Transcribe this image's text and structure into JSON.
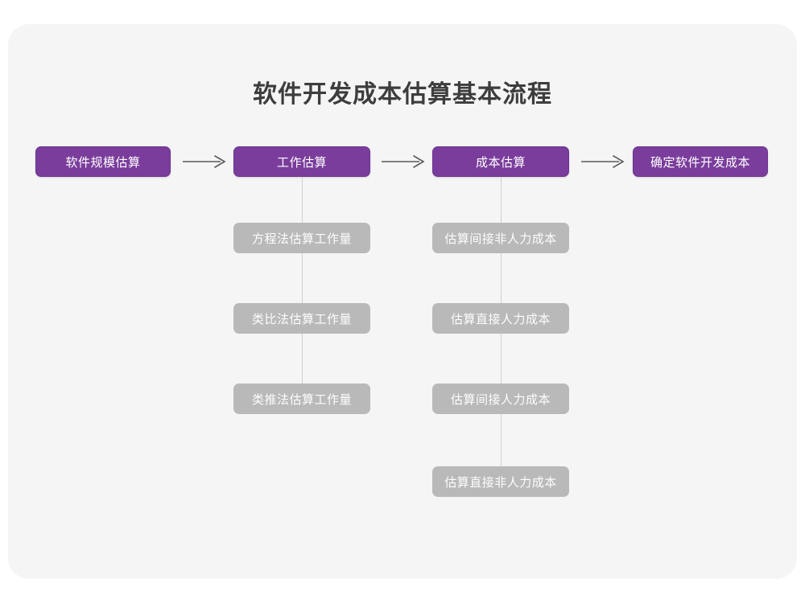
{
  "title": "软件开发成本估算基本流程",
  "colors": {
    "card_background": "#f5f5f6",
    "page_background": "#ffffff",
    "primary_node": "#7a3d9c",
    "secondary_node": "#b9b9b9",
    "connector_line": "#cfcfcf",
    "arrow": "#595959",
    "title_text": "#3d3d3d"
  },
  "flow": {
    "main_steps": [
      {
        "id": "scale",
        "label": "软件规模估算"
      },
      {
        "id": "effort",
        "label": "工作估算"
      },
      {
        "id": "cost",
        "label": "成本估算"
      },
      {
        "id": "final",
        "label": "确定软件开发成本"
      }
    ],
    "arrows": [
      {
        "id": "arrow-1",
        "glyph": "arrow-right-icon"
      },
      {
        "id": "arrow-2",
        "glyph": "arrow-right-icon"
      },
      {
        "id": "arrow-3",
        "glyph": "arrow-right-icon"
      }
    ],
    "effort_methods": [
      {
        "id": "equation",
        "label": "方程法估算工作量"
      },
      {
        "id": "analogy",
        "label": "类比法估算工作量"
      },
      {
        "id": "inference",
        "label": "类推法估算工作量"
      }
    ],
    "cost_items": [
      {
        "id": "indirect-nonlabor",
        "label": "估算间接非人力成本"
      },
      {
        "id": "direct-labor",
        "label": "估算直接人力成本"
      },
      {
        "id": "indirect-labor",
        "label": "估算间接人力成本"
      },
      {
        "id": "direct-nonlabor",
        "label": "估算直接非人力成本"
      }
    ]
  }
}
